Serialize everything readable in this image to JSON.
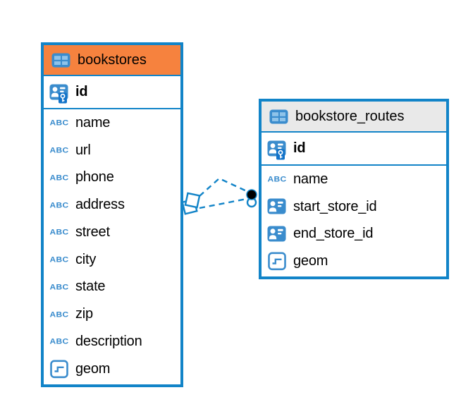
{
  "diagram": {
    "background": "#ffffff",
    "colors": {
      "accent_blue": "#1284c8",
      "icon_fill_blue": "#3a8ccd",
      "icon_cell_blue": "#8fc3e9",
      "key_badge_blue": "#1273c9",
      "text_color": "#000000"
    },
    "text_type_glyph": "ABC",
    "tables": [
      {
        "name": "bookstores",
        "header_color": "#f6823e",
        "key_columns": [
          {
            "label": "id",
            "icon": "primary-key-icon"
          }
        ],
        "columns": [
          {
            "label": "name",
            "icon": "text-type-icon"
          },
          {
            "label": "url",
            "icon": "text-type-icon"
          },
          {
            "label": "phone",
            "icon": "text-type-icon"
          },
          {
            "label": "address",
            "icon": "text-type-icon"
          },
          {
            "label": "street",
            "icon": "text-type-icon"
          },
          {
            "label": "city",
            "icon": "text-type-icon"
          },
          {
            "label": "state",
            "icon": "text-type-icon"
          },
          {
            "label": "zip",
            "icon": "text-type-icon"
          },
          {
            "label": "description",
            "icon": "text-type-icon"
          },
          {
            "label": "geom",
            "icon": "geometry-type-icon"
          }
        ]
      },
      {
        "name": "bookstore_routes",
        "header_color": "#e9e9e9",
        "key_columns": [
          {
            "label": "id",
            "icon": "primary-key-icon"
          }
        ],
        "columns": [
          {
            "label": "name",
            "icon": "text-type-icon"
          },
          {
            "label": "start_store_id",
            "icon": "reference-type-icon"
          },
          {
            "label": "end_store_id",
            "icon": "reference-type-icon"
          },
          {
            "label": "geom",
            "icon": "geometry-type-icon"
          }
        ]
      }
    ],
    "relationship": {
      "line_style": "dashed",
      "line_color": "#1284c8"
    }
  }
}
